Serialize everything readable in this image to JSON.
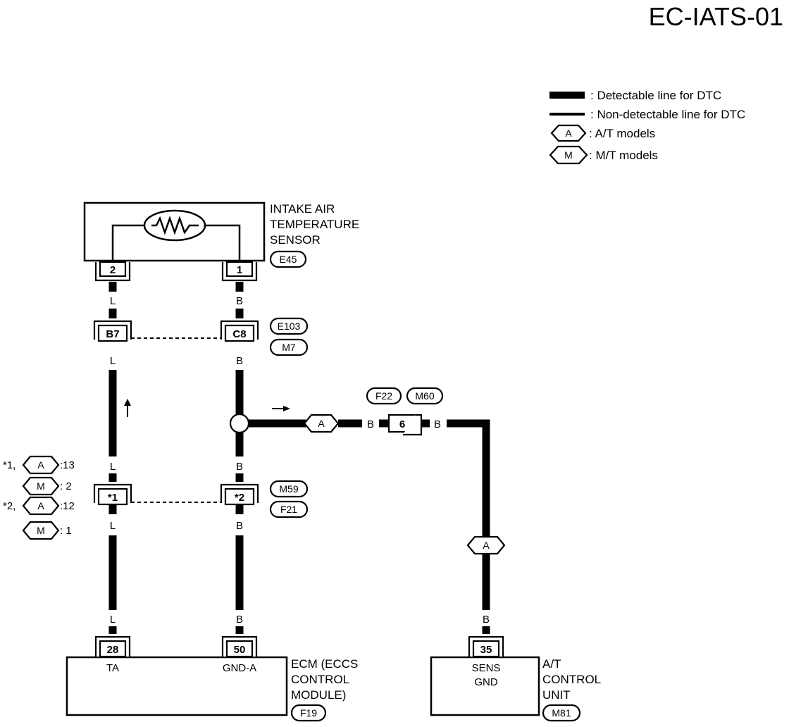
{
  "page_id": "EC-IATS-01",
  "legend": {
    "detectable": ": Detectable line for DTC",
    "non_detectable": ": Non-detectable line for DTC",
    "at_symbol": "A",
    "at_label": ": A/T models",
    "mt_symbol": "M",
    "mt_label": ": M/T models"
  },
  "sensor": {
    "name_line1": "INTAKE AIR",
    "name_line2": "TEMPERATURE",
    "name_line3": "SENSOR",
    "connector": "E45",
    "pin_left": "2",
    "pin_right": "1"
  },
  "joint1": {
    "pin_left": "B7",
    "pin_right": "C8",
    "conn_a": "E103",
    "conn_b": "M7"
  },
  "joint2": {
    "pin_left": "*1",
    "pin_right": "*2",
    "conn_a": "M59",
    "conn_b": "F21"
  },
  "joint3": {
    "pin": "6",
    "conn_a": "F22",
    "conn_b": "M60"
  },
  "pin_notes": {
    "n1_prefix": "*1,",
    "n1_at_value": ":13",
    "n1_mt_value": ":  2",
    "n2_prefix": "*2,",
    "n2_at_value": ":12",
    "n2_mt_value": ":  1"
  },
  "wires": {
    "l": "L",
    "b": "B"
  },
  "at_marker": "A",
  "ecm": {
    "name_line1": "ECM (ECCS",
    "name_line2": "CONTROL",
    "name_line3": "MODULE)",
    "connector": "F19",
    "pin_ta": "28",
    "pin_gnd": "50",
    "ta_label": "TA",
    "gnd_label": "GND-A"
  },
  "tcu": {
    "name_line1": "A/T",
    "name_line2": "CONTROL",
    "name_line3": "UNIT",
    "connector": "M81",
    "pin": "35",
    "label_line1": "SENS",
    "label_line2": "GND"
  }
}
